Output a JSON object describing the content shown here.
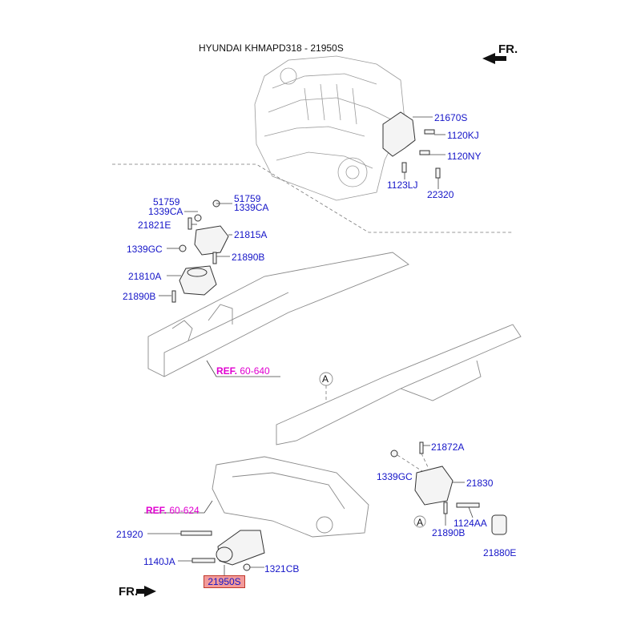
{
  "title": "HYUNDAI KHMAPD318 - 21950S",
  "fr_top": "FR.",
  "fr_bottom": "FR.",
  "refs": [
    {
      "prefix": "REF.",
      "num": "60-640"
    },
    {
      "prefix": "REF.",
      "num": "60-624"
    }
  ],
  "callout_a": [
    "A",
    "A"
  ],
  "highlight": "21950S",
  "labels": {
    "p21670S": "21670S",
    "p1120KJ": "1120KJ",
    "p1120NY": "1120NY",
    "p1123LJ": "1123LJ",
    "p22320": "22320",
    "p51759a": "51759",
    "p1339CAa": "1339CA",
    "p51759b": "51759",
    "p1339CAb": "1339CA",
    "p21821E": "21821E",
    "p21815A": "21815A",
    "p1339GCa": "1339GC",
    "p21890Ba": "21890B",
    "p21810A": "21810A",
    "p21890Bb": "21890B",
    "p21872A": "21872A",
    "p1339GCb": "1339GC",
    "p21830": "21830",
    "p1124AA": "1124AA",
    "p21890Bc": "21890B",
    "p21880E": "21880E",
    "p21920": "21920",
    "p1140JA": "1140JA",
    "p1321CB": "1321CB"
  },
  "colors": {
    "label": "#1515c8",
    "ref": "#e000d0",
    "highlight": "#f29a9a"
  }
}
